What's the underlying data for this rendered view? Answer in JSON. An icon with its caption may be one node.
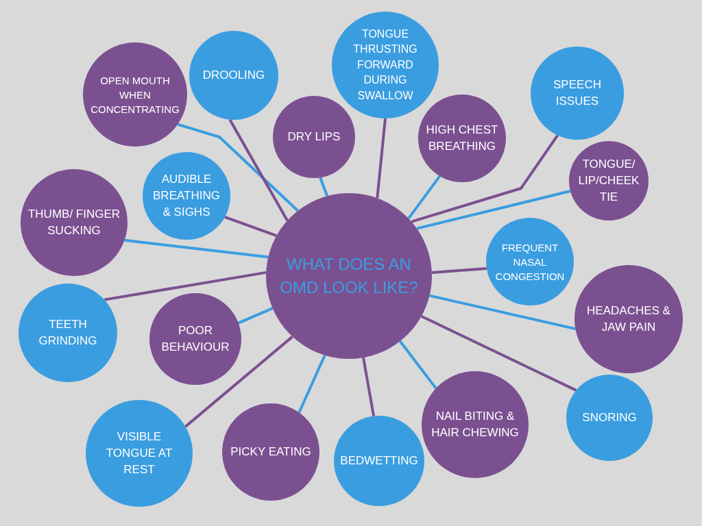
{
  "diagram": {
    "nodes": [
      {
        "text": [
          "WHAT DOES AN OMD LOOK LIKE?"
        ]
      },
      {
        "text": [
          "OPEN MOUTH WHEN CONCENTRATING"
        ]
      },
      {
        "text": [
          "DROOLING"
        ]
      },
      {
        "text": [
          "TONGUE THRUSTING FORWARD DURING SWALLOW"
        ]
      },
      {
        "text": [
          "SPEECH ISSUES"
        ]
      },
      {
        "text": [
          "DRY LIPS"
        ]
      },
      {
        "text": [
          "HIGH CHEST BREATHING"
        ]
      },
      {
        "text": [
          "TONGUE/ LIP/CHEEK TIE"
        ]
      },
      {
        "text": [
          "AUDIBLE BREATHING & SIGHS"
        ]
      },
      {
        "text": [
          "THUMB/ FINGER SUCKING"
        ]
      },
      {
        "text": [
          "FREQUENT NASAL CONGESTION"
        ]
      },
      {
        "text": [
          "HEADACHES & JAW PAIN"
        ]
      },
      {
        "text": [
          "TEETH GRINDING"
        ]
      },
      {
        "text": [
          "POOR BEHAVIOUR"
        ]
      },
      {
        "text": [
          "SNORING"
        ]
      },
      {
        "text": [
          "NAIL BITING & HAIR CHEWING"
        ]
      },
      {
        "text": [
          "VISIBLE TONGUE AT REST"
        ]
      },
      {
        "text": [
          "PICKY EATING"
        ]
      },
      {
        "text": [
          "BEDWETTING"
        ]
      }
    ],
    "edges": [
      {
        "from": 0,
        "to": 1,
        "arrow": "none",
        "color": "#3a9de0"
      },
      {
        "from": 0,
        "to": 2,
        "arrow": "none",
        "color": "#7b5090"
      },
      {
        "from": 0,
        "to": 3,
        "arrow": "none",
        "color": "#7b5090"
      },
      {
        "from": 0,
        "to": 4,
        "arrow": "none",
        "color": "#7b5090"
      },
      {
        "from": 0,
        "to": 5,
        "arrow": "none",
        "color": "#3a9de0"
      },
      {
        "from": 0,
        "to": 6,
        "arrow": "none",
        "color": "#3a9de0"
      },
      {
        "from": 0,
        "to": 7,
        "arrow": "none",
        "color": "#3a9de0"
      },
      {
        "from": 0,
        "to": 8,
        "arrow": "none",
        "color": "#7b5090"
      },
      {
        "from": 0,
        "to": 9,
        "arrow": "none",
        "color": "#3a9de0"
      },
      {
        "from": 0,
        "to": 10,
        "arrow": "none",
        "color": "#7b5090"
      },
      {
        "from": 0,
        "to": 11,
        "arrow": "none",
        "color": "#3a9de0"
      },
      {
        "from": 0,
        "to": 12,
        "arrow": "none",
        "color": "#7b5090"
      },
      {
        "from": 0,
        "to": 13,
        "arrow": "none",
        "color": "#3a9de0"
      },
      {
        "from": 0,
        "to": 14,
        "arrow": "none",
        "color": "#7b5090"
      },
      {
        "from": 0,
        "to": 15,
        "arrow": "none",
        "color": "#3a9de0"
      },
      {
        "from": 0,
        "to": 16,
        "arrow": "none",
        "color": "#7b5090"
      },
      {
        "from": 0,
        "to": 17,
        "arrow": "none",
        "color": "#3a9de0"
      },
      {
        "from": 0,
        "to": 18,
        "arrow": "none",
        "color": "#7b5090"
      }
    ]
  }
}
